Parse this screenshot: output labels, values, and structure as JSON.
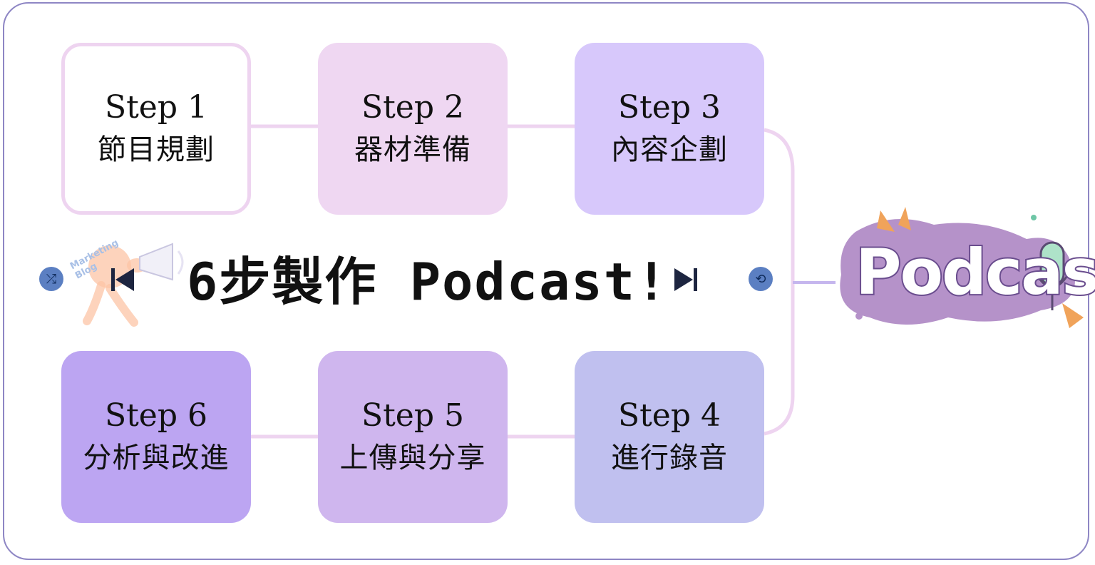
{
  "title": "6步製作 Podcast!",
  "steps": [
    {
      "label": "Step 1",
      "name": "節目規劃"
    },
    {
      "label": "Step 2",
      "name": "器材準備"
    },
    {
      "label": "Step 3",
      "name": "內容企劃"
    },
    {
      "label": "Step 4",
      "name": "進行錄音"
    },
    {
      "label": "Step 5",
      "name": "上傳與分享"
    },
    {
      "label": "Step 6",
      "name": "分析與改進"
    }
  ],
  "logo": {
    "text": "Podcast"
  },
  "mascot": {
    "text": "Marketing Blog"
  },
  "icons": {
    "shuffle": "shuffle-icon",
    "previous": "skip-previous-icon",
    "next": "skip-next-icon",
    "repeat": "repeat-icon",
    "microphone": "microphone-icon"
  },
  "colors": {
    "frame": "#8e86c4",
    "connector": "#eed4f0",
    "step1_border": "#eed4f0",
    "step2": "#efd7f2",
    "step3": "#d7c8fb",
    "step4": "#c0c0ef",
    "step5": "#cfb6ee",
    "step6": "#bca5f2",
    "logo_blob": "#b592c9",
    "control": "#5b7fc2"
  }
}
